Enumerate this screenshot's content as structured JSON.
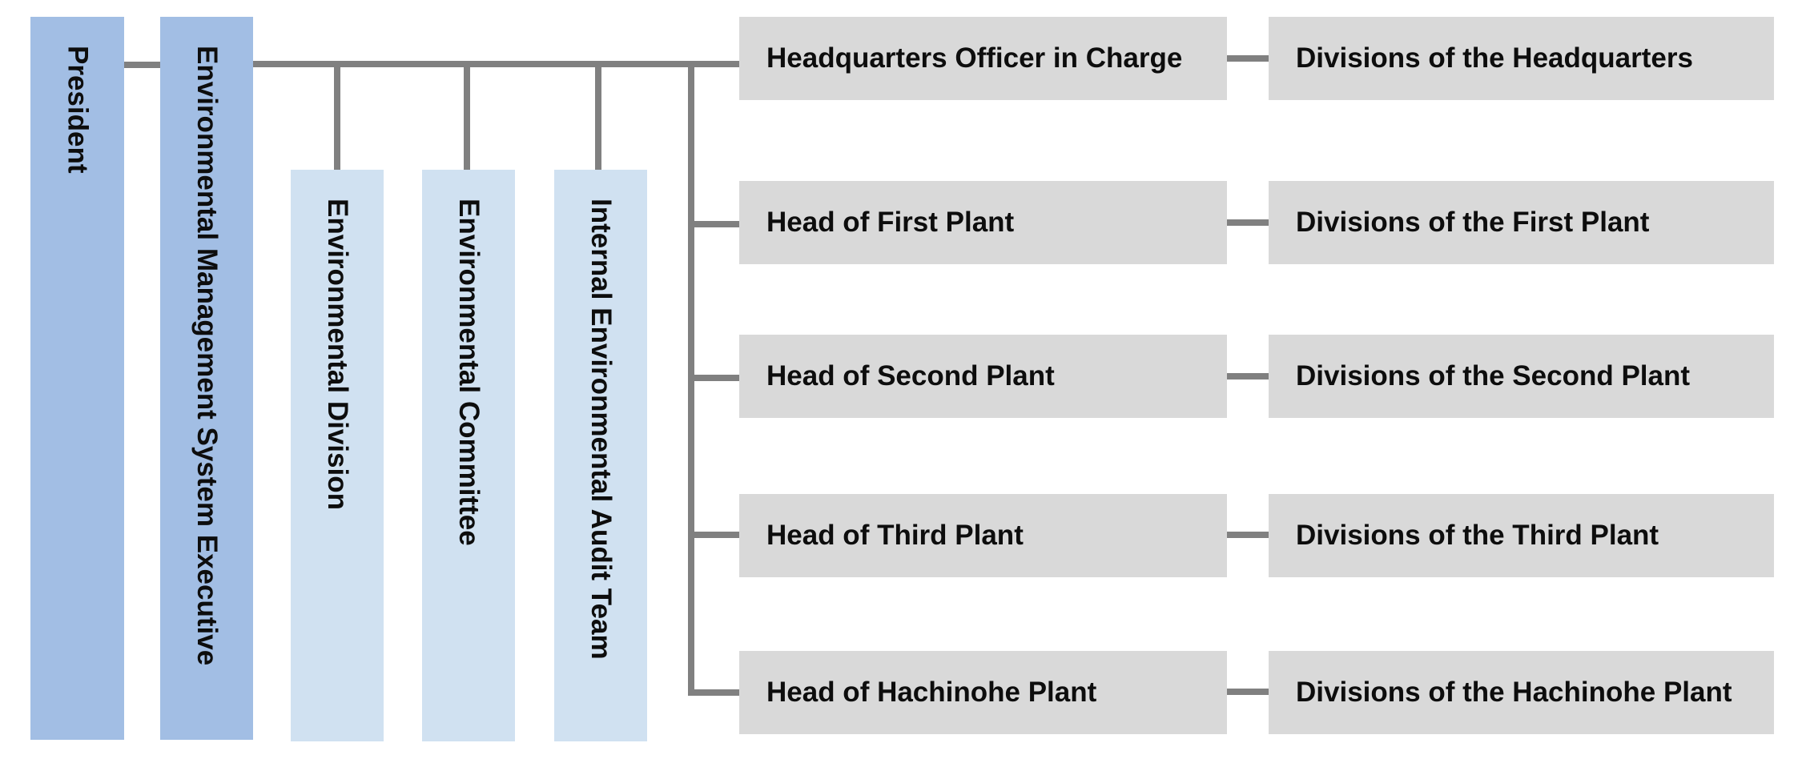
{
  "org": {
    "president": "President",
    "ems_executive": "Environmental Management System Executive",
    "staff": [
      "Environmental Division",
      "Environmental Committee",
      "Internal Environmental Audit Team"
    ],
    "heads": [
      "Headquarters Officer in Charge",
      "Head of First Plant",
      "Head of Second Plant",
      "Head of Third Plant",
      "Head of Hachinohe Plant"
    ],
    "divisions": [
      "Divisions of the Headquarters",
      "Divisions of the First Plant",
      "Divisions of the Second Plant",
      "Divisions of the Third Plant",
      "Divisions of the Hachinohe Plant"
    ],
    "colors": {
      "primary_box": "#a2bee4",
      "staff_box": "#d0e1f1",
      "unit_box": "#d9d9d9",
      "connector": "#808080"
    }
  }
}
